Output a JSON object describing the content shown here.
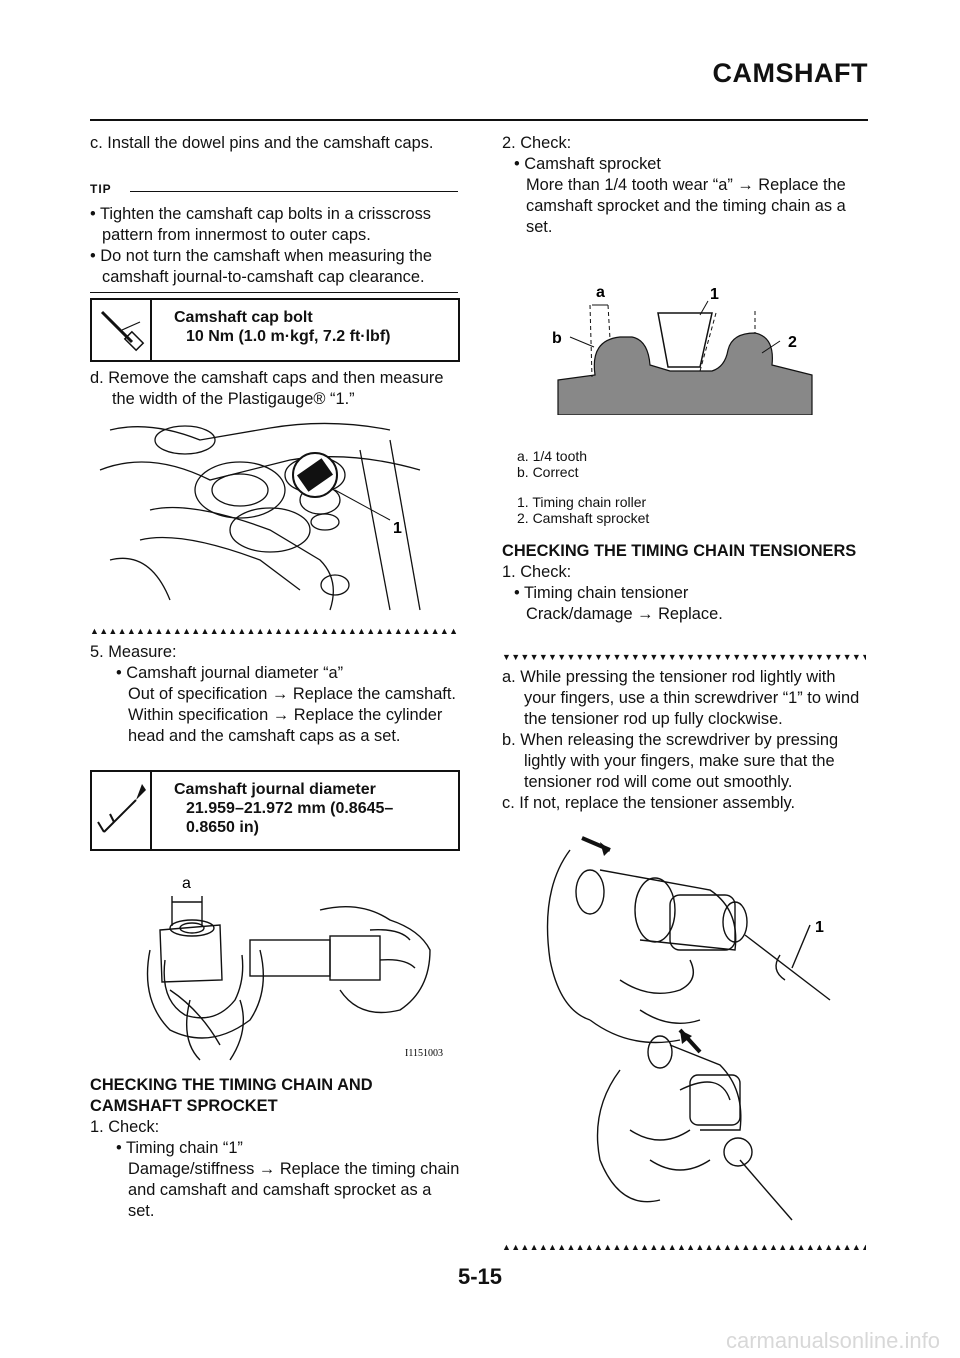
{
  "header": {
    "title": "CAMSHAFT"
  },
  "left": {
    "step_c": "c.  Install the dowel pins and the camshaft caps.",
    "tip_label": "TIP",
    "tip_items": [
      "• Tighten the camshaft cap bolts in a crisscross pattern from innermost to outer caps.",
      "• Do not turn the camshaft when measuring the camshaft journal-to-camshaft cap clearance."
    ],
    "spec1": {
      "title": "Camshaft cap bolt",
      "value": "10 Nm (1.0 m·kgf, 7.2 ft·lbf)",
      "icon": "torque-wrench-icon"
    },
    "step_d": "d.  Remove the camshaft caps and then measure the width of the Plastigauge® “1.”",
    "fig1_callout": "1",
    "step5": "5.  Measure:",
    "step5_bullet": "• Camshaft journal diameter “a”",
    "step5_out": "Out of specification → Replace the camshaft.",
    "step5_within": "Within specification → Replace the cylinder head and the camshaft caps as a set.",
    "spec2": {
      "title": "Camshaft journal diameter",
      "value": "21.959–21.972 mm (0.8645–0.8650 in)",
      "icon": "caliper-icon"
    },
    "fig2_callout": "a",
    "fig2_code": "I1151003",
    "heading_sprocket": "CHECKING THE TIMING CHAIN AND CAMSHAFT SPROCKET",
    "chk1": "1.  Check:",
    "chk1_bullet": "• Timing chain “1”",
    "chk1_text": "Damage/stiffness → Replace the timing chain and camshaft and camshaft sprocket as a set."
  },
  "right": {
    "chk2": "2.  Check:",
    "chk2_bullet": "• Camshaft sprocket",
    "chk2_text": "More than 1/4 tooth wear “a” → Replace the camshaft sprocket and the timing chain as a set.",
    "fig3_labels": {
      "a": "a",
      "b": "b",
      "n1": "1",
      "n2": "2"
    },
    "legend_letters": [
      "a.  1/4 tooth",
      "b.  Correct"
    ],
    "legend_numbers": [
      "1.  Timing chain roller",
      "2.  Camshaft sprocket"
    ],
    "heading_tensioner": "CHECKING THE TIMING CHAIN TENSIONERS",
    "t_chk1": "1.  Check:",
    "t_bullet": "• Timing chain tensioner",
    "t_text": "Crack/damage → Replace.",
    "t_a": "a.  While pressing the tensioner rod lightly with your fingers, use a thin screwdriver “1” to wind the tensioner rod up fully clockwise.",
    "t_b": "b.  When releasing the screwdriver by pressing lightly with your fingers, make sure that the tensioner rod will come out smoothly.",
    "t_c": "c.  If not, replace the tensioner assembly.",
    "fig4_callout": "1"
  },
  "footer": {
    "page": "5-15",
    "watermark": "carmanualsonline.info"
  },
  "markers": {
    "up": "▲▲▲▲▲▲▲▲▲▲▲▲▲▲▲▲▲▲▲▲▲▲▲▲▲▲▲▲▲▲▲▲▲▲▲▲▲▲▲▲▲▲▲▲▲▲▲▲▲▲▲▲▲▲▲▲▲▲▲▲▲▲▲▲▲▲▲▲▲▲▲",
    "down": "▼▼▼▼▼▼▼▼▼▼▼▼▼▼▼▼▼▼▼▼▼▼▼▼▼▼▼▼▼▼▼▼▼▼▼▼▼▼▼▼▼▼▼▼▼▼▼▼▼▼▼▼▼▼▼▼▼▼▼▼▼▼▼▼▼▼▼▼▼▼▼"
  }
}
